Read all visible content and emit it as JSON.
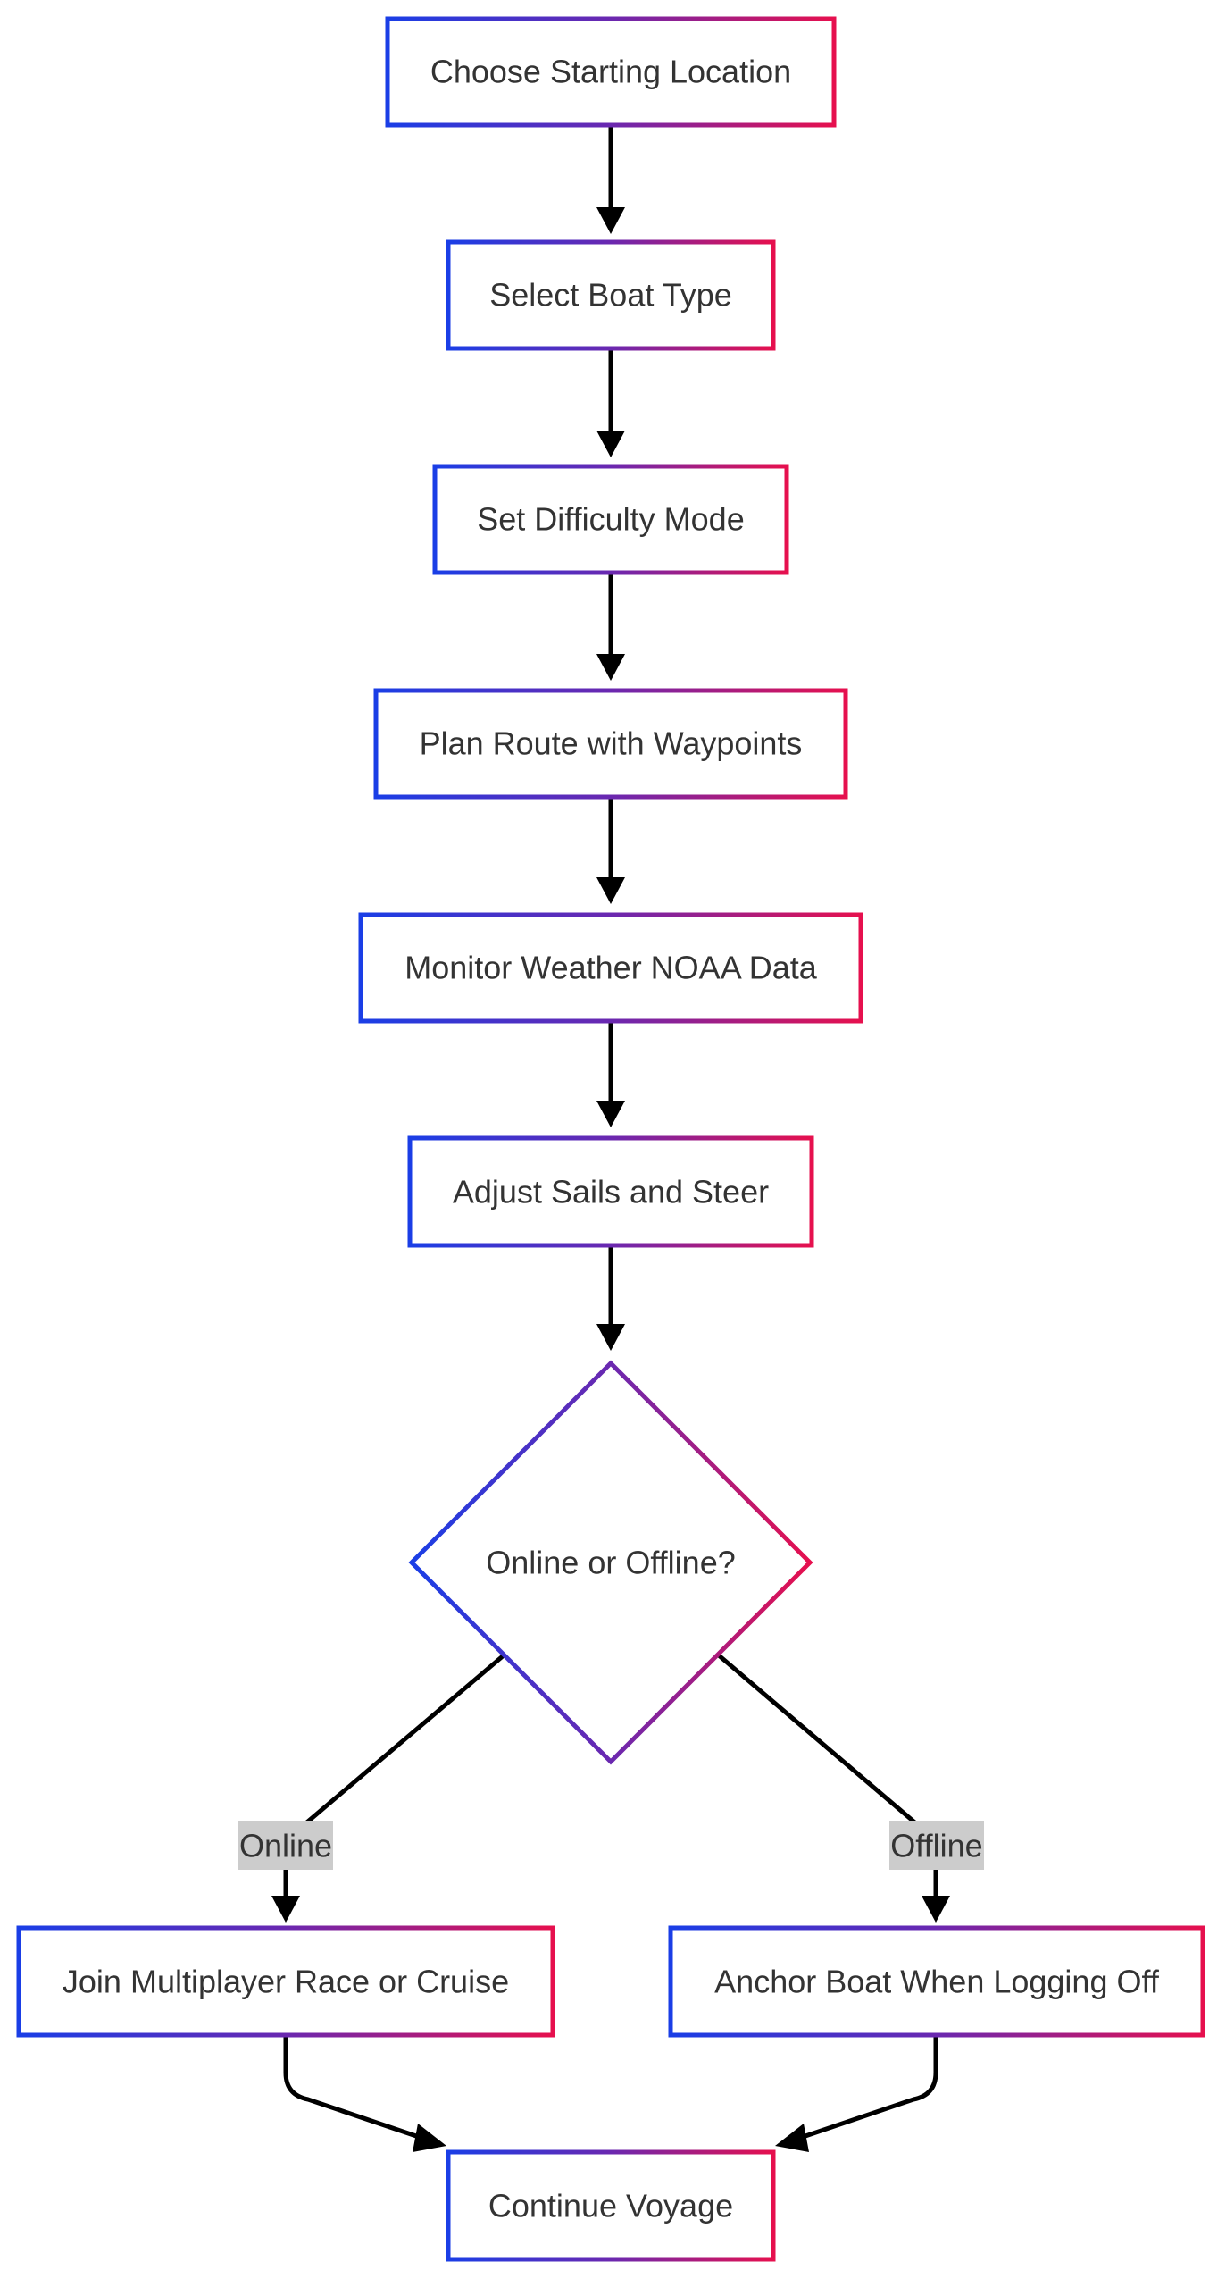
{
  "nodes": {
    "choose_start": "Choose Starting Location",
    "select_boat": "Select Boat Type",
    "set_difficulty": "Set Difficulty Mode",
    "plan_route": "Plan Route with Waypoints",
    "monitor_weather": "Monitor Weather NOAA Data",
    "adjust_sails": "Adjust Sails and Steer",
    "decision": "Online or Offline?",
    "join_multiplayer": "Join Multiplayer Race or Cruise",
    "anchor_boat": "Anchor Boat When Logging Off",
    "continue_voyage": "Continue Voyage"
  },
  "edge_labels": {
    "online": "Online",
    "offline": "Offline"
  },
  "colors": {
    "border_start": "#1a3ee6",
    "border_mid": "#6a28b0",
    "border_end": "#e6104e",
    "text": "#333333",
    "edge": "#000000",
    "label_bg": "#cccccc"
  }
}
